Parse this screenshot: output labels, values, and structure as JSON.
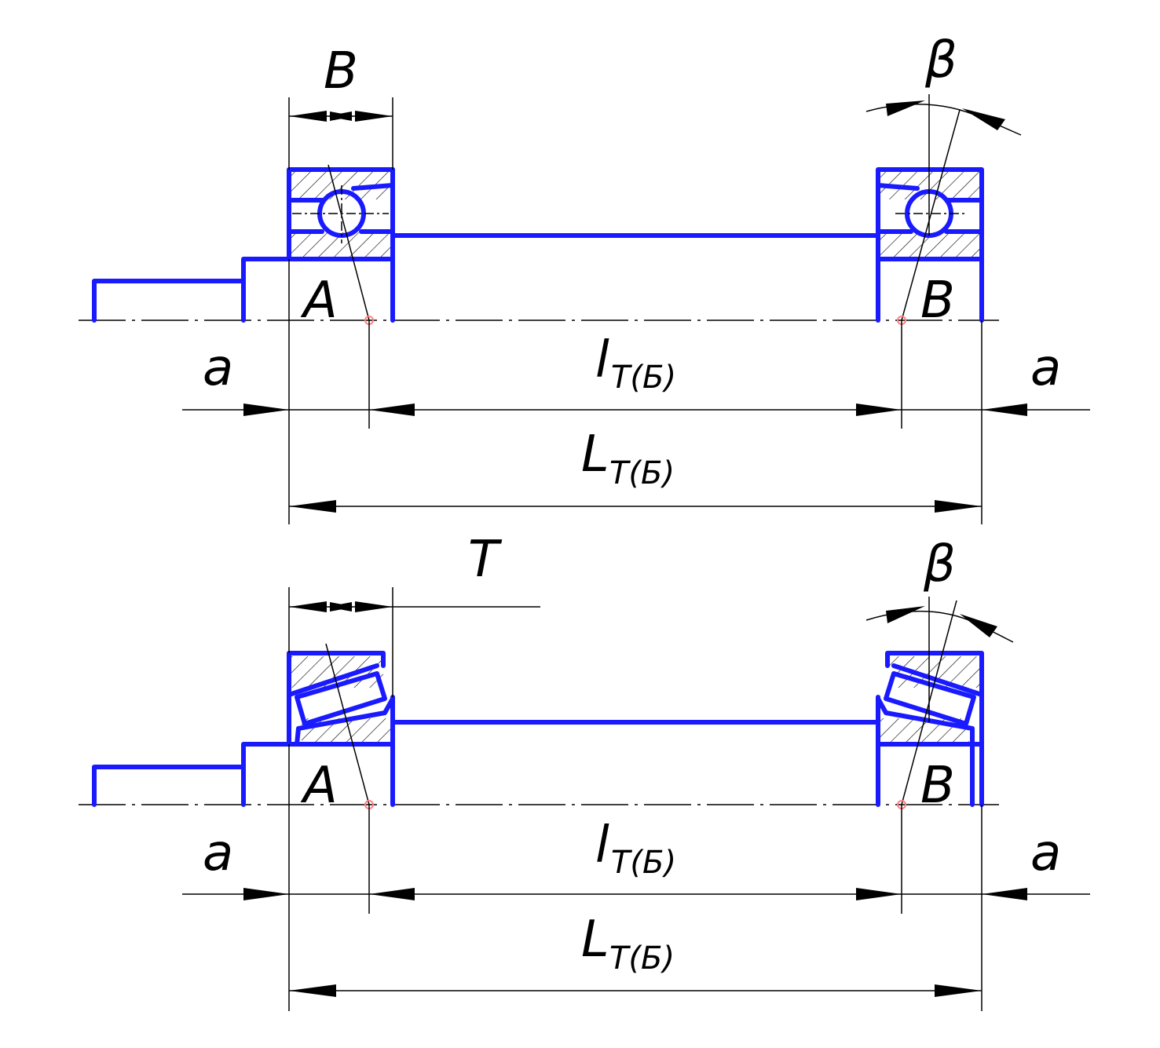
{
  "colors": {
    "geometry": "#1a1aff",
    "dimension": "#000000",
    "point": "#ff8080"
  },
  "top": {
    "width_label": "B",
    "angle_label": "β",
    "support_left": "A",
    "support_right": "B",
    "offset_left": "a",
    "offset_right": "a",
    "span_l_main": "l",
    "span_l_sub": "T(Б)",
    "span_L_main": "L",
    "span_L_sub": "T(Б)"
  },
  "bottom": {
    "width_label": "T",
    "angle_label": "β",
    "support_left": "A",
    "support_right": "B",
    "offset_left": "a",
    "offset_right": "a",
    "span_l_main": "l",
    "span_l_sub": "T(Б)",
    "span_L_main": "L",
    "span_L_sub": "T(Б)"
  }
}
